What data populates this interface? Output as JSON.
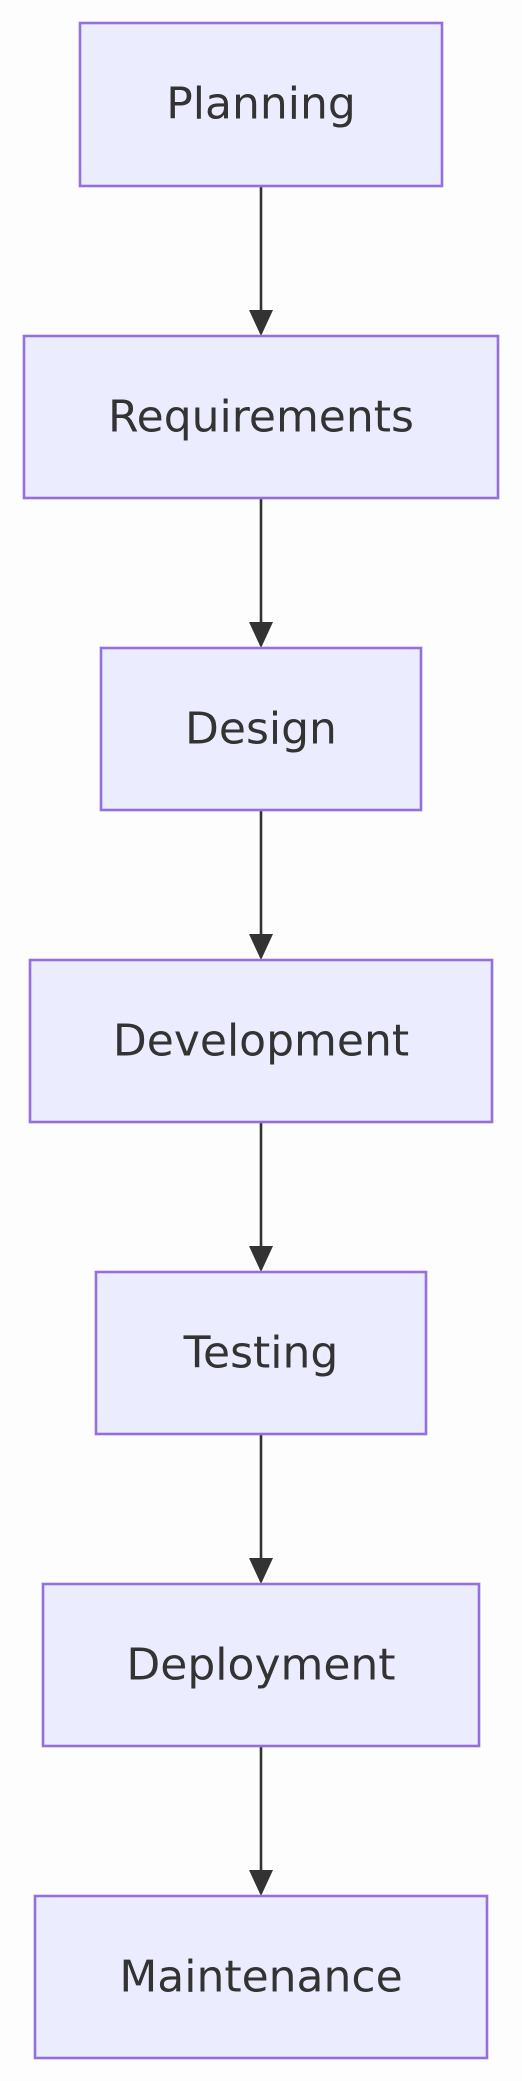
{
  "diagram": {
    "type": "flowchart",
    "direction": "top-to-bottom",
    "colors": {
      "node_fill": "#ececff",
      "node_stroke": "#9370db",
      "text": "#333333",
      "edge": "#333333",
      "background": "#fdfdfd"
    },
    "nodes": [
      {
        "id": "planning",
        "label": "Planning"
      },
      {
        "id": "requirements",
        "label": "Requirements"
      },
      {
        "id": "design",
        "label": "Design"
      },
      {
        "id": "development",
        "label": "Development"
      },
      {
        "id": "testing",
        "label": "Testing"
      },
      {
        "id": "deployment",
        "label": "Deployment"
      },
      {
        "id": "maintenance",
        "label": "Maintenance"
      }
    ],
    "edges": [
      {
        "from": "planning",
        "to": "requirements"
      },
      {
        "from": "requirements",
        "to": "design"
      },
      {
        "from": "design",
        "to": "development"
      },
      {
        "from": "development",
        "to": "testing"
      },
      {
        "from": "testing",
        "to": "deployment"
      },
      {
        "from": "deployment",
        "to": "maintenance"
      }
    ]
  }
}
